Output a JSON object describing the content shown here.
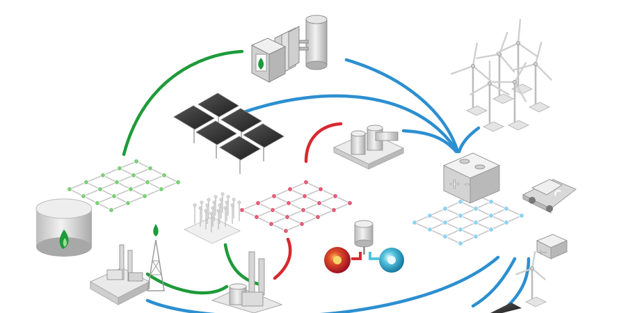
{
  "diagram": {
    "kind": "energy-network-illustration",
    "colors": {
      "gas": "#1e9a3a",
      "heat": "#d8282f",
      "electricity": "#2c8fd0",
      "node_gas": "#7fcf7a",
      "node_heat": "#e0607a",
      "node_electricity": "#8fd3f2",
      "grid_line": "#c7c7c7",
      "equipment_light": "#e8e8e8",
      "equipment_mid": "#c4c4c4",
      "equipment_dark": "#9a9a9a",
      "solar_panel": "#3a3a3a"
    },
    "networks": [
      {
        "name": "gas",
        "color_key": "gas"
      },
      {
        "name": "heat",
        "color_key": "heat"
      },
      {
        "name": "electricity",
        "color_key": "electricity"
      }
    ],
    "assets": [
      {
        "id": "gas-power-plant",
        "icon": "gas-plant-icon"
      },
      {
        "id": "solar-farm",
        "icon": "solar-panel-icon"
      },
      {
        "id": "wind-farm",
        "icon": "wind-turbine-icon"
      },
      {
        "id": "gas-storage-tank",
        "icon": "gas-tank-icon"
      },
      {
        "id": "refinery",
        "icon": "refinery-icon"
      },
      {
        "id": "gas-well",
        "icon": "drilling-rig-icon"
      },
      {
        "id": "bio-crop-field",
        "icon": "crop-field-icon"
      },
      {
        "id": "chp-plant",
        "icon": "factory-icon"
      },
      {
        "id": "heat-storage",
        "icon": "tank-icon"
      },
      {
        "id": "heat-pump",
        "icon": "heat-exchanger-icon"
      },
      {
        "id": "battery-storage",
        "icon": "battery-icon"
      },
      {
        "id": "electric-vehicle",
        "icon": "car-icon"
      },
      {
        "id": "home-battery",
        "icon": "small-battery-icon"
      },
      {
        "id": "small-wind-turbine",
        "icon": "wind-turbine-icon"
      }
    ]
  }
}
